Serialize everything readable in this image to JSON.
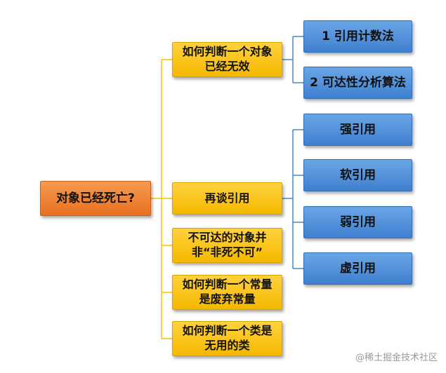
{
  "root": {
    "label": "对象已经死亡?"
  },
  "branches": [
    {
      "label": "如何判断一个对象已经无效",
      "children": [
        "1 引用计数法",
        "2 可达性分析算法"
      ]
    },
    {
      "label": "再谈引用",
      "children": [
        "强引用",
        "软引用",
        "弱引用",
        "虚引用"
      ]
    },
    {
      "label": "不可达的对象并非“非死不可”",
      "children": []
    },
    {
      "label": "如何判断一个常量是废弃常量",
      "children": []
    },
    {
      "label": "如何判断一个类是无用的类",
      "children": []
    }
  ],
  "watermark": "@稀土掘金技术社区",
  "colors": {
    "root": "#e8701f",
    "branch": "#f5b800",
    "leaf": "#3f7fcf",
    "root_line": "#f5b800",
    "leaf_line": "#4a86c8"
  }
}
